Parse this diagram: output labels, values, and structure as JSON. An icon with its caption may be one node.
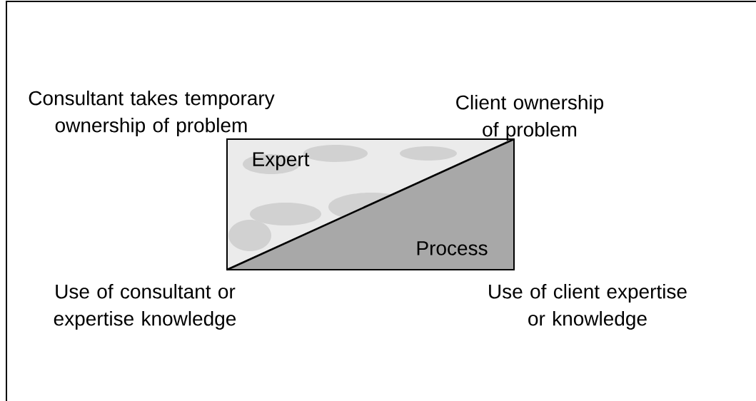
{
  "diagram": {
    "nodes": [
      {
        "text": [
          "Expert"
        ]
      },
      {
        "text": [
          "Process"
        ]
      }
    ],
    "edges": [],
    "labels": [
      "Consultant takes temporary ownership of problem",
      "Client ownership of problem",
      "Use of consultant or expertise knowledge",
      "Use of client expertise or knowledge"
    ]
  }
}
